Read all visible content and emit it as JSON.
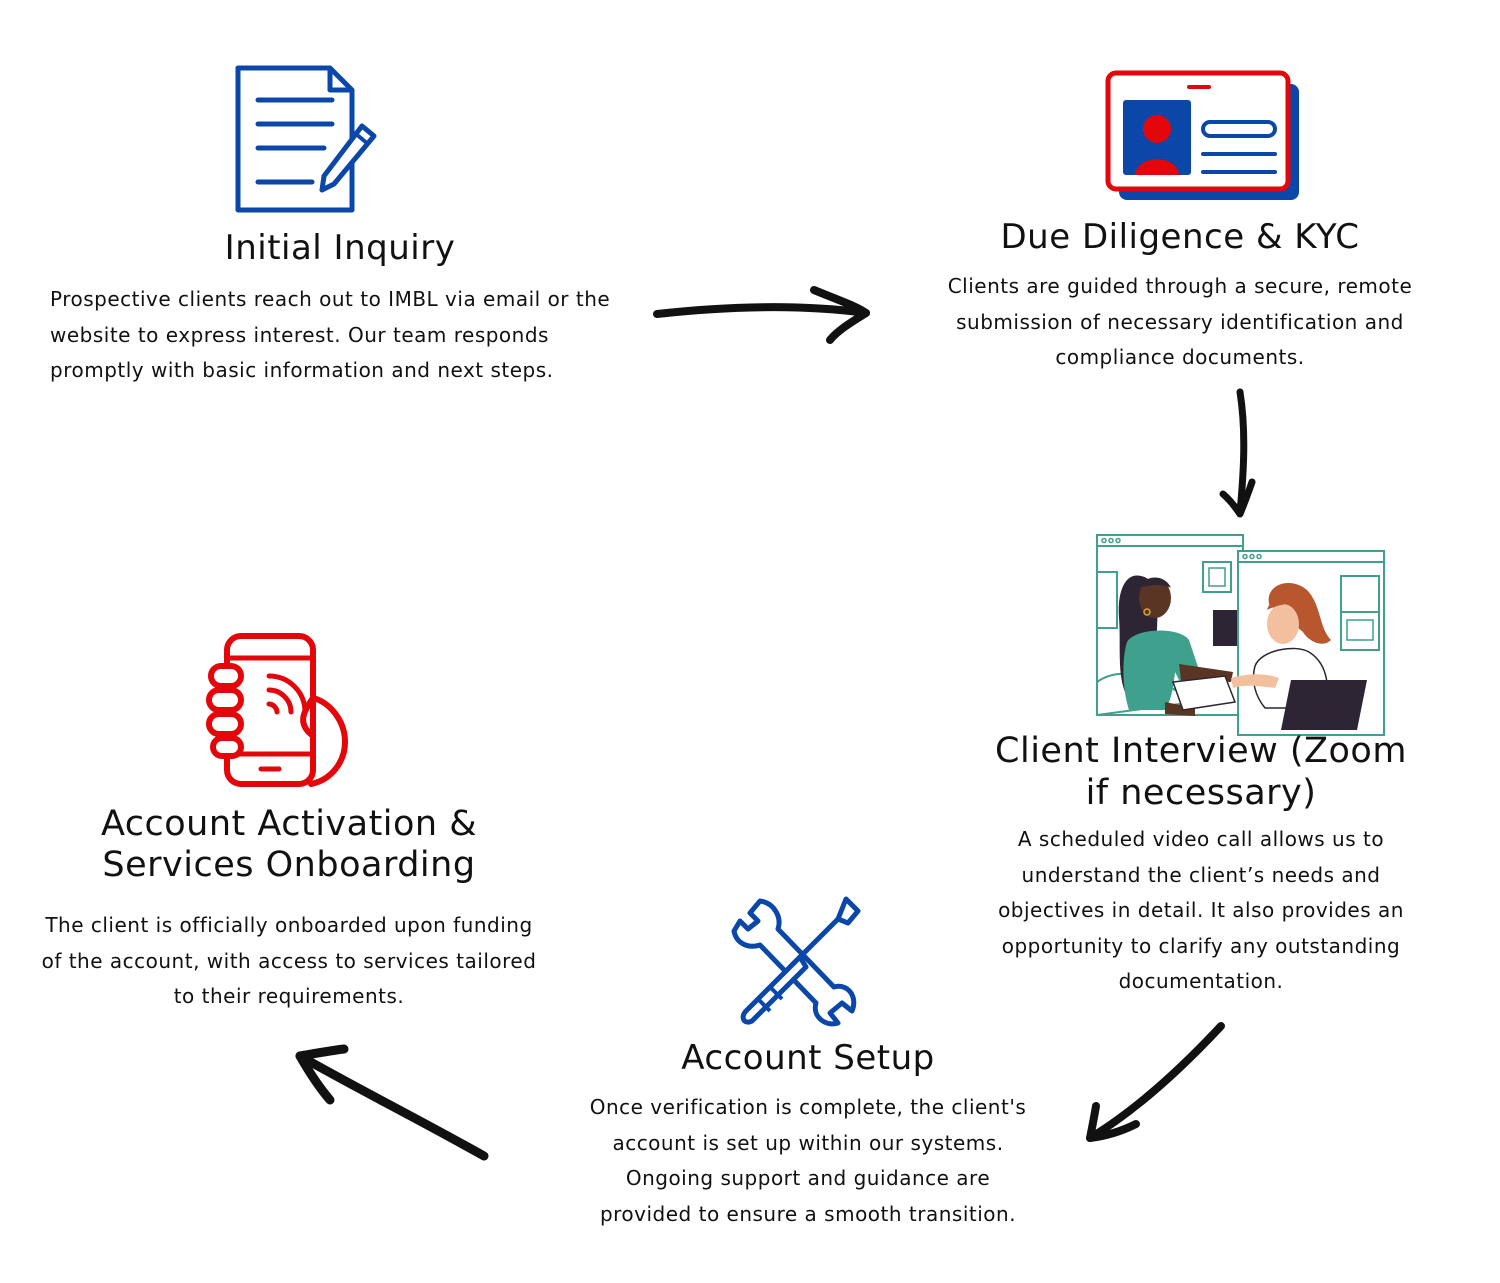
{
  "colors": {
    "blue": "#0b47a8",
    "red": "#e3070b",
    "teal": "#3ea08d",
    "ink": "#111111"
  },
  "steps": [
    {
      "icon": "document-pen-icon",
      "title": "Initial Inquiry",
      "lines": [
        "Prospective clients reach out to IMBL via email or the",
        "website to express interest. Our team responds",
        "promptly with basic information and next steps."
      ]
    },
    {
      "icon": "id-card-icon",
      "title": "Due Diligence & KYC",
      "lines": [
        "Clients are guided through a secure, remote",
        "submission of necessary identification and",
        "compliance documents."
      ]
    },
    {
      "icon": "video-call-illustration",
      "title_lines": [
        "Client Interview (Zoom",
        "if necessary)"
      ],
      "lines": [
        "A scheduled video call allows us to",
        "understand the client’s needs and",
        "objectives in detail. It also provides an",
        "opportunity to clarify any outstanding",
        "documentation."
      ]
    },
    {
      "icon": "wrench-screwdriver-icon",
      "title": "Account Setup",
      "lines": [
        "Once verification is complete, the client's",
        "account is set up within our systems.",
        "Ongoing support and guidance are",
        "provided to ensure a smooth transition."
      ]
    },
    {
      "icon": "hand-phone-icon",
      "title_lines": [
        "Account Activation &",
        "Services Onboarding"
      ],
      "lines": [
        "The client is officially onboarded upon funding",
        "of the account, with access to services tailored",
        "to their requirements."
      ]
    }
  ]
}
